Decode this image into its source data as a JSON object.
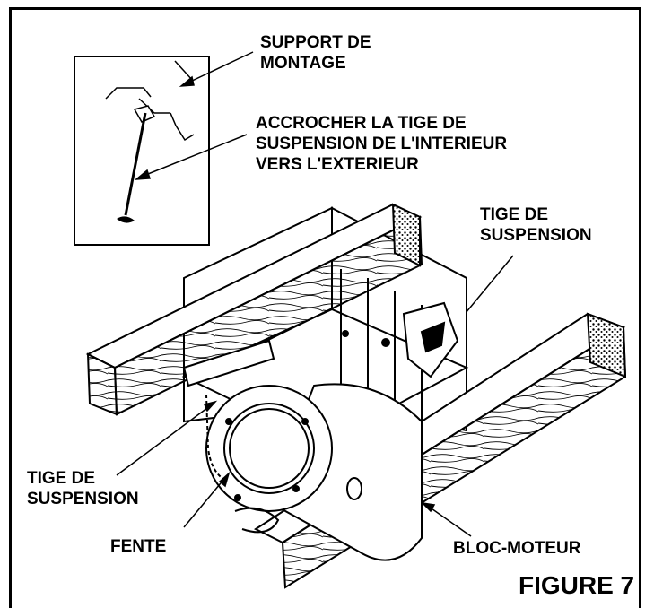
{
  "labels": {
    "support": "SUPPORT DE\nMONTAGE",
    "accrocher": "ACCROCHER LA TIGE DE\nSUSPENSION DE L'INTERIEUR\nVERS L'EXTERIEUR",
    "tige_right": "TIGE DE\nSUSPENSION",
    "tige_left": "TIGE DE\nSUSPENSION",
    "fente": "FENTE",
    "bloc": "BLOC-MOTEUR",
    "figure": "FIGURE 7"
  }
}
